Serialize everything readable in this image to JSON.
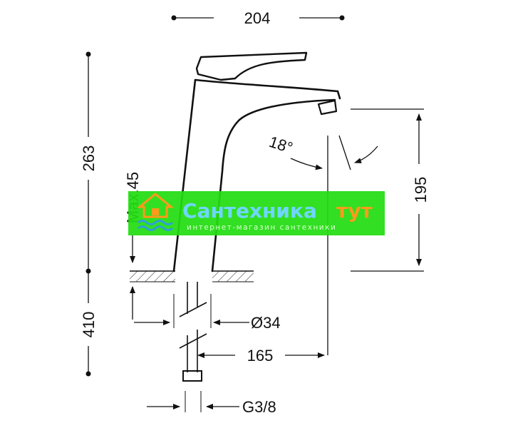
{
  "drawing": {
    "dims": {
      "width_top": "204",
      "total_height": "263",
      "spout_height": "195",
      "max_thickness": "Max.45",
      "angle": "18°",
      "bottom_height": "410",
      "diameter": "Ø34",
      "reach": "165",
      "thread": "G3/8"
    },
    "colors": {
      "line": "#111111",
      "banner_green": "#22dd11",
      "banner_text": "#6fd6ff",
      "banner_accent": "#ff9a1a",
      "wave": "#2f9fd9"
    }
  },
  "watermark": {
    "brand_main": "Сантехника",
    "brand_accent": "тут",
    "tagline": "интернет-магазин сантехники"
  }
}
